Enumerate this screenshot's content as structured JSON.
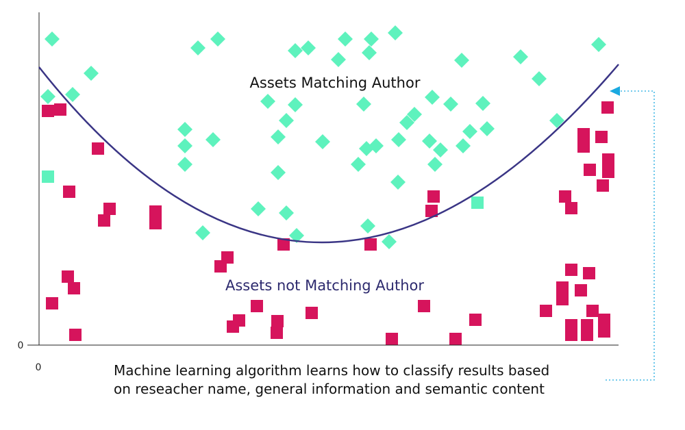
{
  "labels": {
    "above_curve": "Assets Matching Author",
    "below_curve": "Assets not Matching Author",
    "x_origin": "0",
    "y_origin": "0",
    "caption_line1": "Machine learning algorithm learns how to classify results based",
    "caption_line2": "on reseacher name, general information and semantic content"
  },
  "colors": {
    "matching": "#5ef2bd",
    "not_matching": "#d6145c",
    "boundary_curve": "#3a3585",
    "above_text": "#111111",
    "below_text": "#2d2a6e",
    "axis": "#222222",
    "pointer": "#1aa9e0"
  },
  "points": {
    "matching_diamonds": [
      [
        76,
        57
      ],
      [
        289,
        70
      ],
      [
        318,
        57
      ],
      [
        504,
        57
      ],
      [
        542,
        57
      ],
      [
        577,
        48
      ],
      [
        431,
        74
      ],
      [
        450,
        70
      ],
      [
        494,
        87
      ],
      [
        539,
        77
      ],
      [
        874,
        65
      ],
      [
        760,
        83
      ],
      [
        674,
        88
      ],
      [
        133,
        107
      ],
      [
        70,
        141
      ],
      [
        106,
        138
      ],
      [
        787,
        115
      ],
      [
        391,
        148
      ],
      [
        431,
        153
      ],
      [
        531,
        152
      ],
      [
        631,
        142
      ],
      [
        658,
        152
      ],
      [
        705,
        151
      ],
      [
        813,
        176
      ],
      [
        418,
        176
      ],
      [
        594,
        179
      ],
      [
        605,
        167
      ],
      [
        270,
        189
      ],
      [
        270,
        213
      ],
      [
        311,
        204
      ],
      [
        406,
        200
      ],
      [
        471,
        207
      ],
      [
        582,
        204
      ],
      [
        549,
        213
      ],
      [
        535,
        217
      ],
      [
        627,
        206
      ],
      [
        643,
        219
      ],
      [
        676,
        213
      ],
      [
        686,
        192
      ],
      [
        711,
        188
      ],
      [
        270,
        240
      ],
      [
        523,
        240
      ],
      [
        635,
        240
      ],
      [
        406,
        252
      ],
      [
        581,
        266
      ],
      [
        377,
        305
      ],
      [
        418,
        311
      ],
      [
        296,
        340
      ],
      [
        433,
        344
      ],
      [
        537,
        330
      ],
      [
        568,
        353
      ]
    ],
    "matching_squares": [
      [
        70,
        258
      ],
      [
        697,
        296
      ]
    ],
    "not_matching": [
      [
        70,
        162
      ],
      [
        88,
        160
      ],
      [
        143,
        217
      ],
      [
        101,
        280
      ],
      [
        160,
        305
      ],
      [
        152,
        322
      ],
      [
        227,
        309
      ],
      [
        227,
        326
      ],
      [
        633,
        287
      ],
      [
        630,
        308
      ],
      [
        887,
        157
      ],
      [
        852,
        196
      ],
      [
        878,
        200
      ],
      [
        852,
        214
      ],
      [
        861,
        248
      ],
      [
        888,
        233
      ],
      [
        888,
        251
      ],
      [
        880,
        271
      ],
      [
        825,
        287
      ],
      [
        834,
        304
      ],
      [
        414,
        357
      ],
      [
        541,
        357
      ],
      [
        332,
        376
      ],
      [
        322,
        389
      ],
      [
        99,
        404
      ],
      [
        108,
        421
      ],
      [
        76,
        443
      ],
      [
        110,
        489
      ],
      [
        375,
        447
      ],
      [
        349,
        468
      ],
      [
        340,
        477
      ],
      [
        405,
        469
      ],
      [
        404,
        486
      ],
      [
        455,
        457
      ],
      [
        619,
        447
      ],
      [
        694,
        467
      ],
      [
        572,
        495
      ],
      [
        665,
        495
      ],
      [
        834,
        394
      ],
      [
        860,
        399
      ],
      [
        821,
        420
      ],
      [
        848,
        424
      ],
      [
        821,
        437
      ],
      [
        797,
        454
      ],
      [
        865,
        454
      ],
      [
        834,
        475
      ],
      [
        857,
        475
      ],
      [
        882,
        467
      ],
      [
        834,
        489
      ],
      [
        857,
        489
      ],
      [
        882,
        484
      ]
    ]
  }
}
